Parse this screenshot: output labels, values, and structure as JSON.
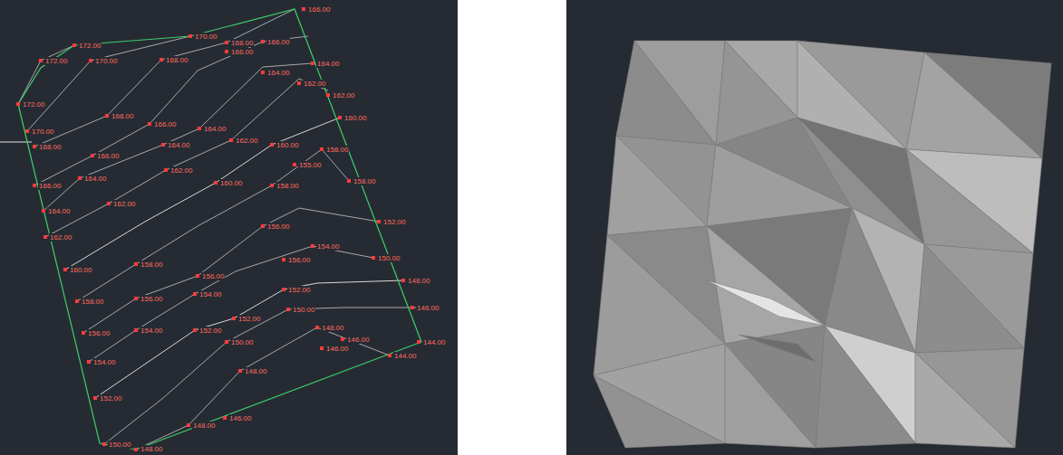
{
  "diagram": {
    "labels": [
      "170.00",
      "168.00",
      "166.00",
      "172.00",
      "172.00",
      "172.00",
      "170.00",
      "168.00",
      "166.00",
      "164.00",
      "162.00",
      "160.00",
      "158.00",
      "156.00",
      "154.00",
      "152.00",
      "150.00",
      "148.00",
      "170.00",
      "168.00",
      "166.00",
      "166.00",
      "164.00",
      "164.00",
      "162.00",
      "162.00",
      "168.00",
      "166.00",
      "164.00",
      "162.00",
      "160.00",
      "160.00",
      "166.00",
      "164.00",
      "158.00",
      "162.00",
      "155.00",
      "164.00",
      "160.00",
      "158.00",
      "158.00",
      "162.00",
      "156.00",
      "152.00",
      "154.00",
      "150.00",
      "158.00",
      "156.00",
      "156.00",
      "148.00",
      "152.00",
      "154.00",
      "156.00",
      "150.00",
      "146.00",
      "154.00",
      "152.00",
      "152.00",
      "148.00",
      "150.00",
      "146.00",
      "144.00",
      "146.00",
      "144.00",
      "148.00",
      "148.00",
      "146.00"
    ]
  }
}
